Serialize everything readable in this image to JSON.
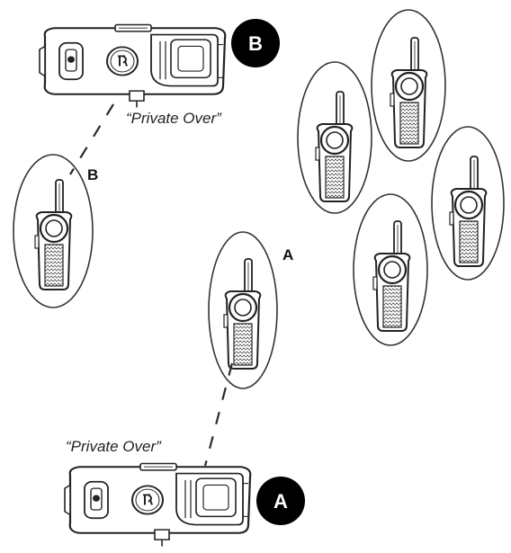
{
  "labels": {
    "private_over_top": "“Private Over”",
    "private_over_bottom": "“Private Over”",
    "badge_a": "A",
    "badge_b": "B",
    "label_a": "A",
    "label_b": "B"
  },
  "colors": {
    "line": "#2a2a2a",
    "badge_fill": "#000000",
    "badge_text": "#ffffff",
    "background": "#ffffff"
  },
  "icons": {
    "base_unit": "radio-charging-base-icon",
    "handset": "walkie-talkie-handset-icon"
  }
}
